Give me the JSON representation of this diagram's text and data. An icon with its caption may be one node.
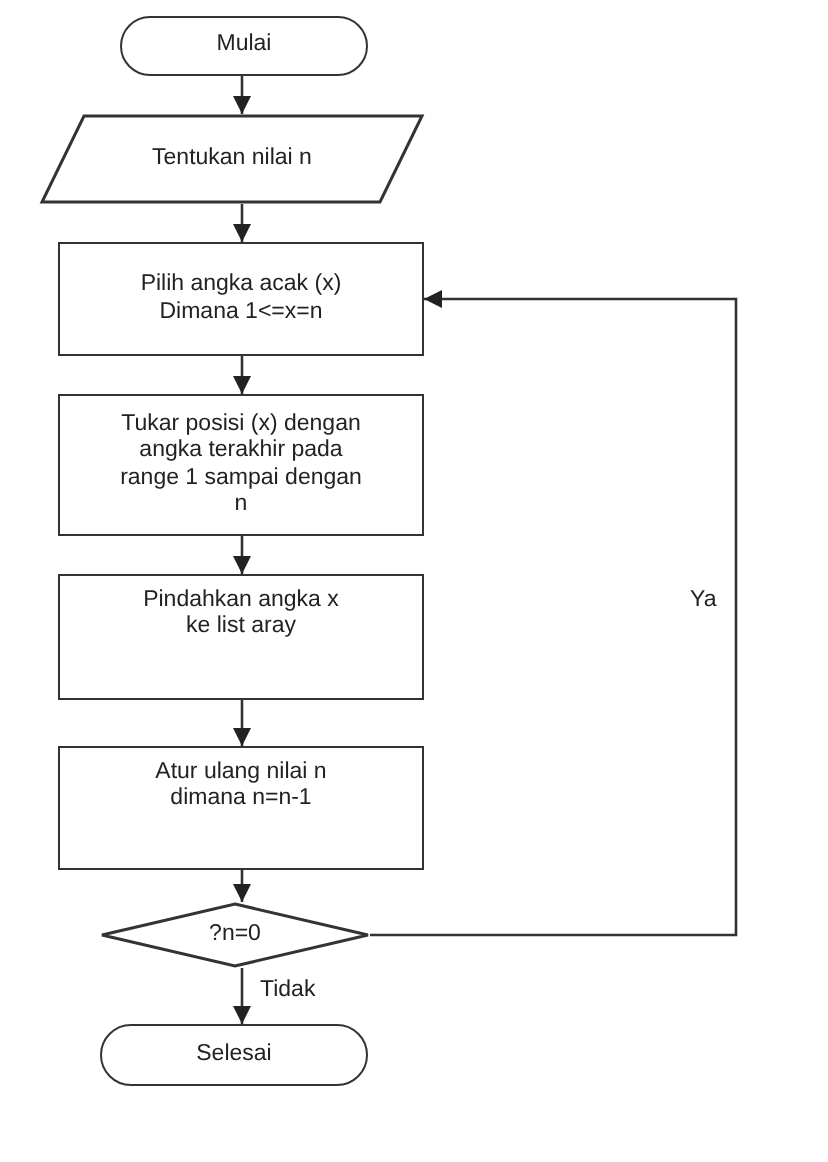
{
  "diagram": {
    "nodes": [
      {
        "text": [
          "Mulai"
        ]
      },
      {
        "text": [
          "Tentukan nilai n"
        ]
      },
      {
        "text": [
          "Pilih angka acak (x) Dimana 1<=x=n"
        ]
      },
      {
        "text": [
          "Tukar posisi (x) dengan angka terakhir pada range 1 sampai dengan n"
        ]
      },
      {
        "text": [
          "Pindahkan angka x ke list aray"
        ]
      },
      {
        "text": [
          "Atur ulang nilai n dimana n=n-1"
        ]
      },
      {
        "text": [
          "?n=0"
        ]
      },
      {
        "text": [
          "Selesai"
        ]
      }
    ],
    "edges": [
      {
        "from": 0,
        "to": 1,
        "arrow": "to"
      },
      {
        "from": 1,
        "to": 2,
        "arrow": "to"
      },
      {
        "from": 2,
        "to": 3,
        "arrow": "to"
      },
      {
        "from": 3,
        "to": 4,
        "arrow": "to"
      },
      {
        "from": 4,
        "to": 5,
        "arrow": "to"
      },
      {
        "from": 5,
        "to": 6,
        "arrow": "to"
      },
      {
        "from": 6,
        "to": 2,
        "arrow": "to",
        "label": "Ya"
      },
      {
        "from": 6,
        "to": 7,
        "arrow": "to",
        "label": "Tidak"
      }
    ]
  }
}
